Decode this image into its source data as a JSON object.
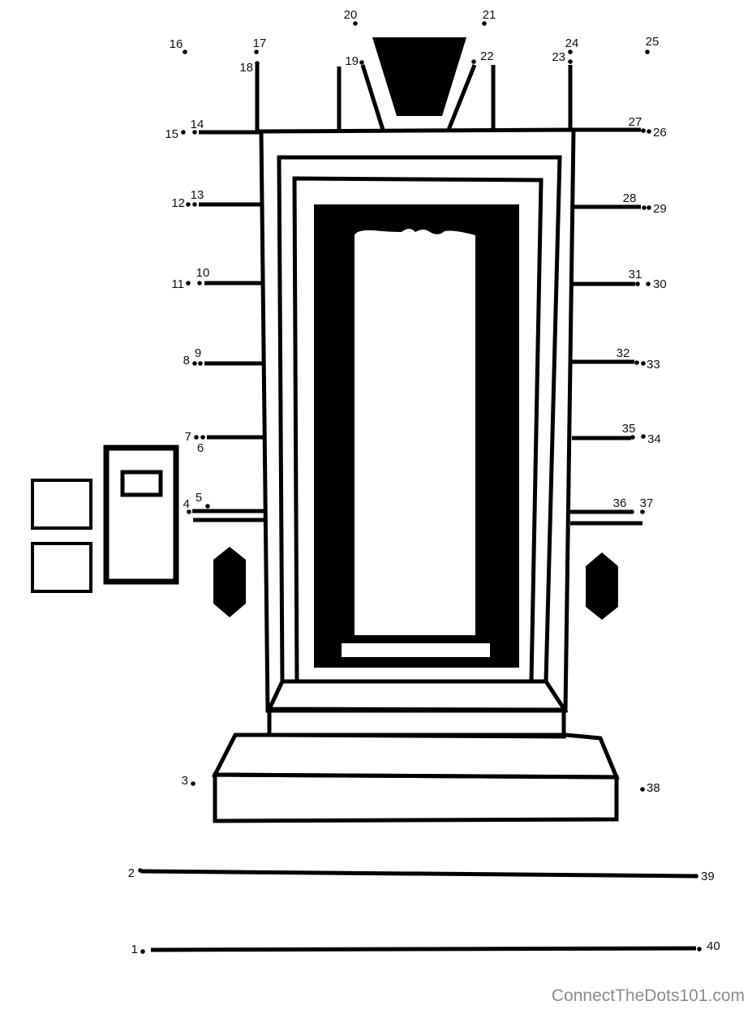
{
  "puzzle": {
    "dot_labels": [
      "1",
      "2",
      "3",
      "4",
      "5",
      "6",
      "7",
      "8",
      "9",
      "10",
      "11",
      "12",
      "13",
      "14",
      "15",
      "16",
      "17",
      "18",
      "19",
      "20",
      "21",
      "22",
      "23",
      "24",
      "25",
      "26",
      "27",
      "28",
      "29",
      "30",
      "31",
      "32",
      "33",
      "34",
      "35",
      "36",
      "37",
      "38",
      "39",
      "40"
    ]
  },
  "watermark": "ConnectTheDots101.com",
  "colors": {
    "ink": "#000000",
    "paper": "#ffffff",
    "watermark": "#8c8c8c"
  }
}
